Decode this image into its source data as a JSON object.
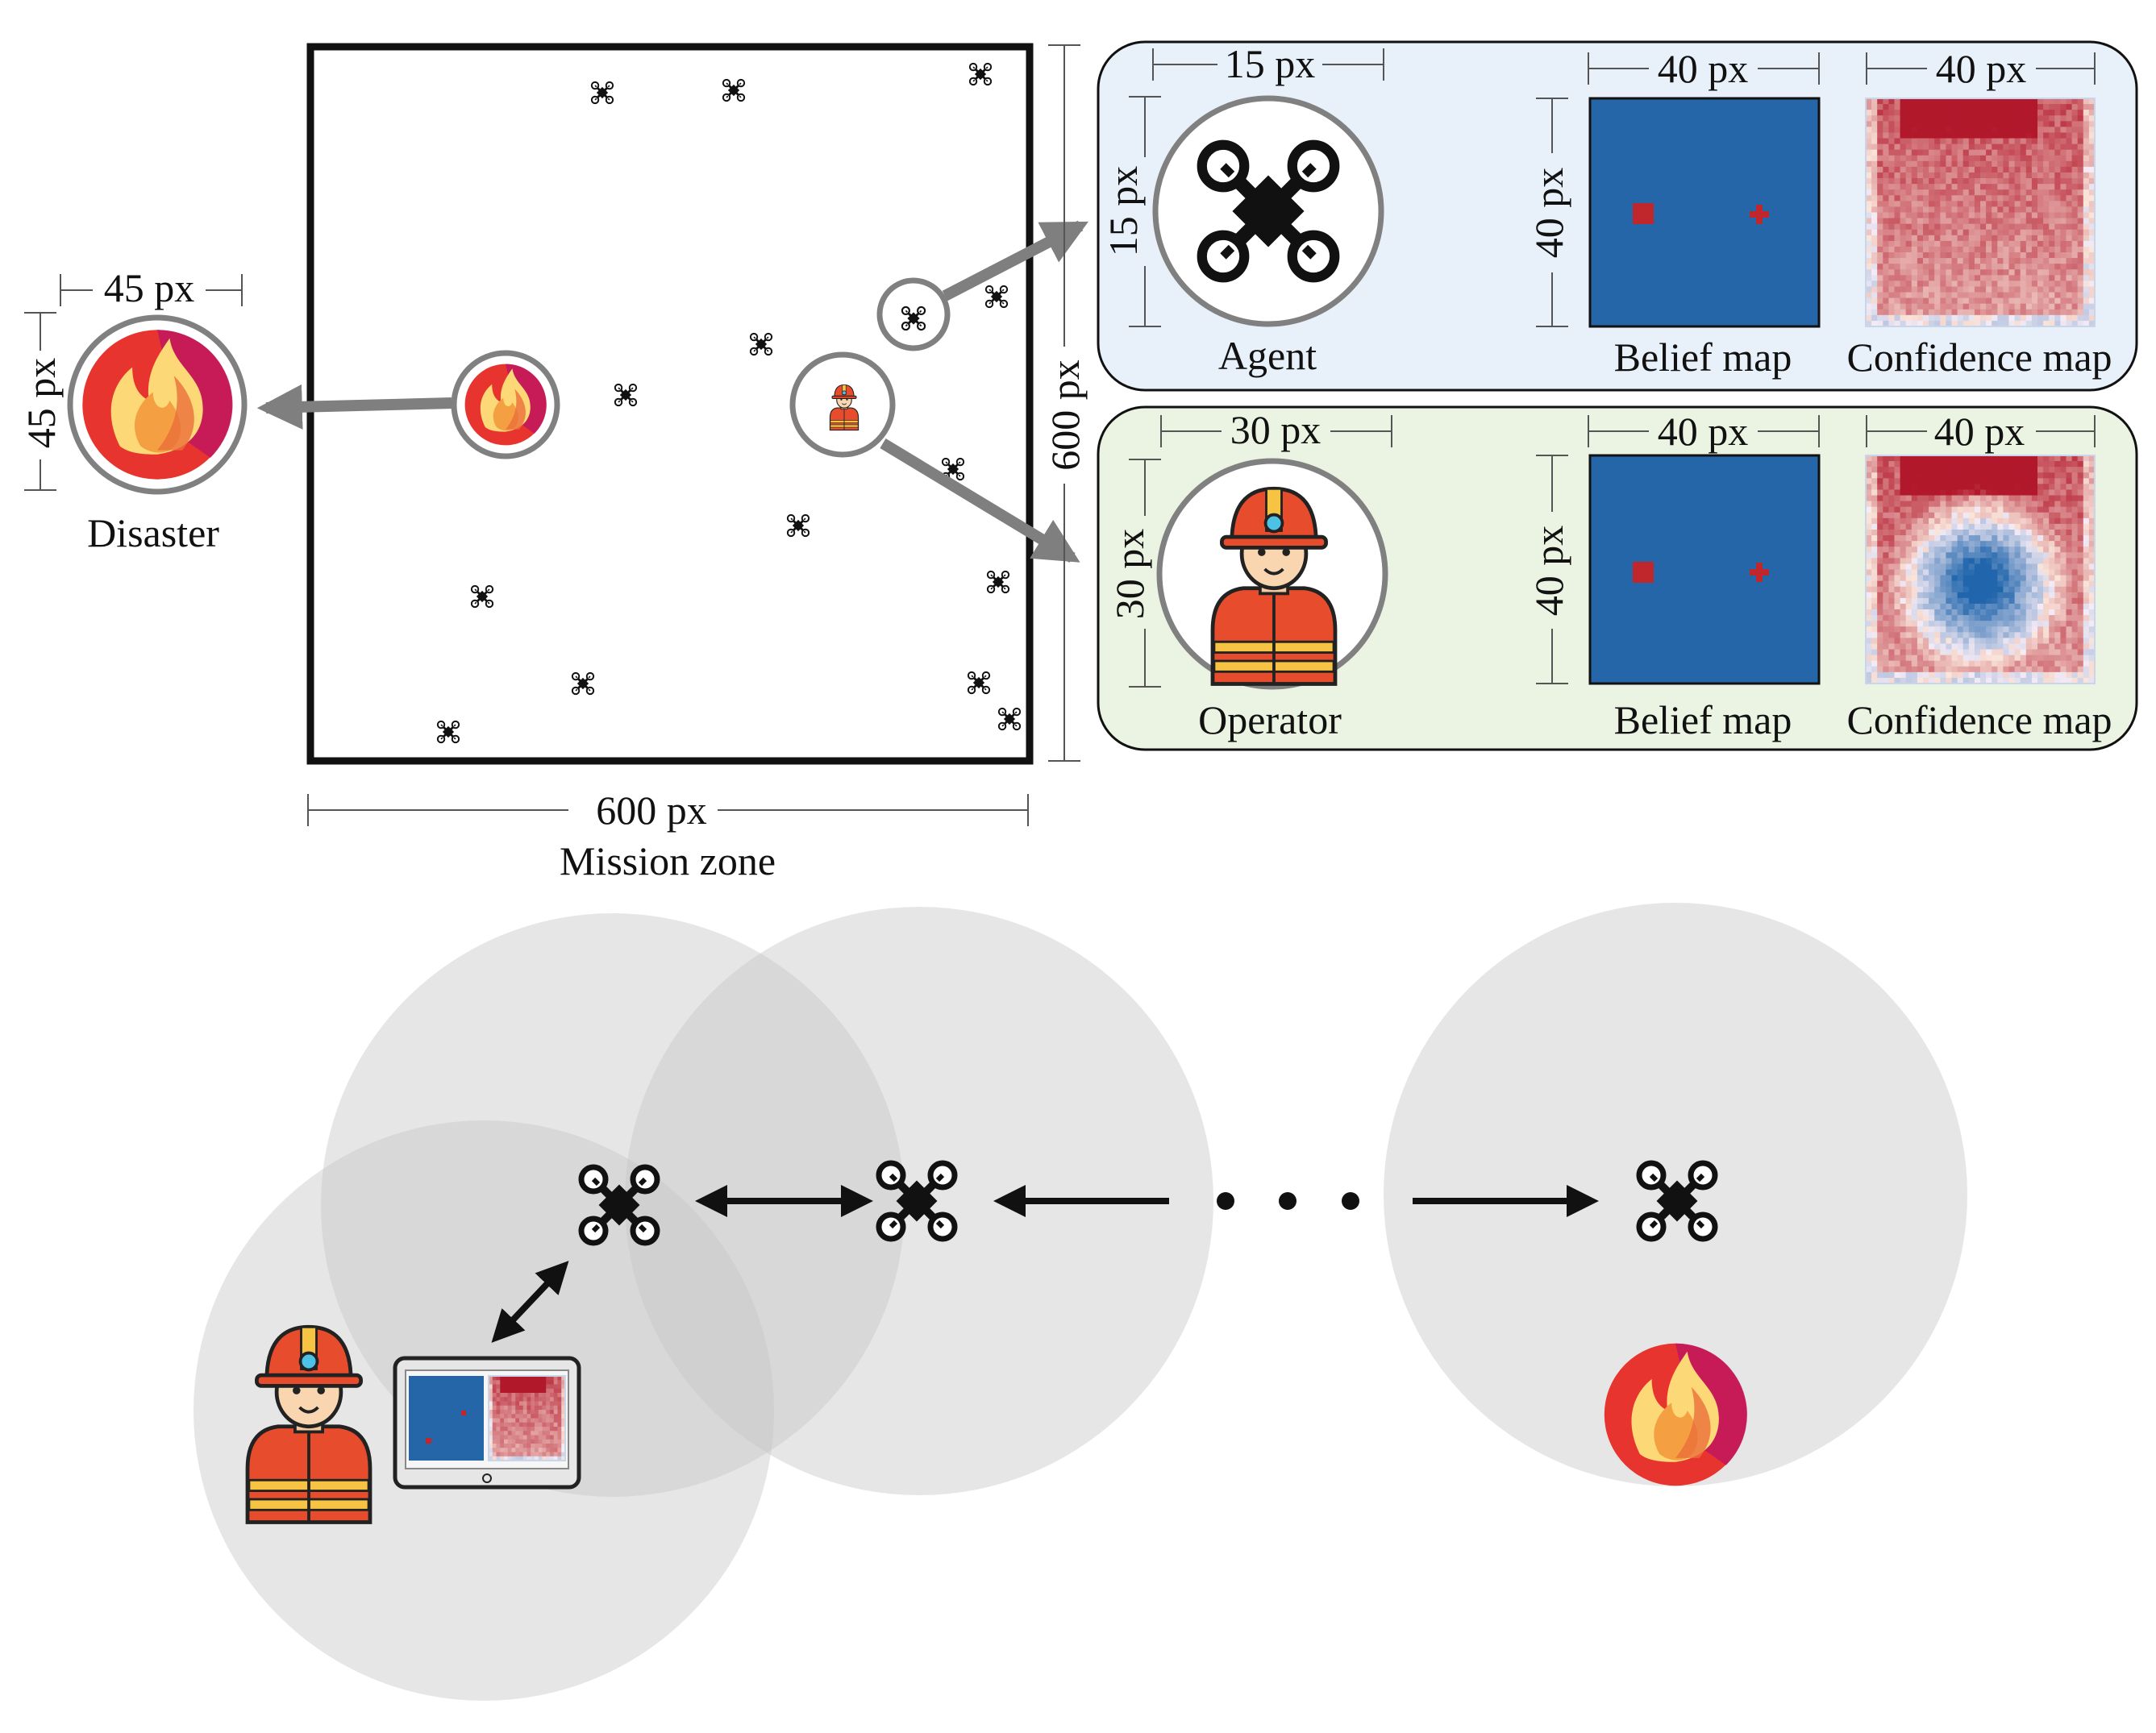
{
  "labels": {
    "disaster_size": "45 px",
    "disaster_size_v": "45 px",
    "disaster": "Disaster",
    "zone_width": "600 px",
    "zone_height": "600 px",
    "mission_zone": "Mission zone",
    "agent_size": "15 px",
    "agent_size_v": "15 px",
    "agent": "Agent",
    "agent_belief_size": "40 px",
    "agent_belief_size_v": "40 px",
    "agent_belief": "Belief map",
    "agent_conf_size": "40 px",
    "agent_conf": "Confidence map",
    "operator_size": "30 px",
    "operator_size_v": "30 px",
    "operator": "Operator",
    "operator_belief_size": "40 px",
    "operator_belief_size_v": "40 px",
    "operator_belief": "Belief map",
    "operator_conf_size": "40 px",
    "operator_conf": "Confidence map"
  },
  "colors": {
    "agent_panel": "#e8f0f9",
    "operator_panel": "#ebf3e3",
    "belief_blue": "#2566a8",
    "marker_red": "#c0272d",
    "fire_red": "#e8342f",
    "comm_range": "#dcdcdc"
  },
  "icons": {
    "drone": "quadcopter-drone-icon",
    "fire": "fire-disaster-icon",
    "operator": "firefighter-operator-icon",
    "monitor": "monitor-icon"
  }
}
